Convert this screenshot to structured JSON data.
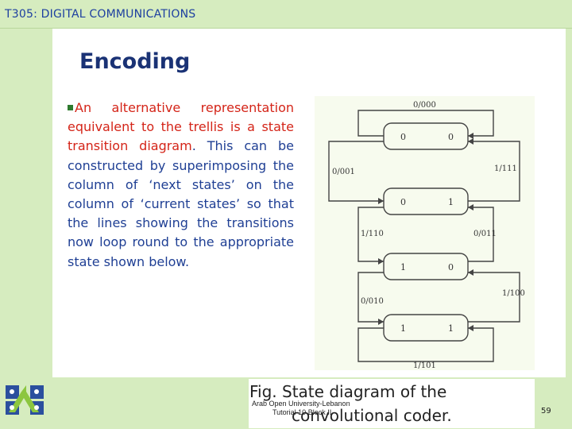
{
  "header": {
    "course_title": "T305: DIGITAL COMMUNICATIONS"
  },
  "slide": {
    "title": "Encoding",
    "paragraph": {
      "part1": "An alternative representation equivalent to the trellis is a state transition diagram",
      "part2": ". This can be constructed by superimposing the column of ‘next states’ on the column of ‘current states’ so that the lines showing the transitions now loop round to the appropriate state shown below."
    }
  },
  "diagram": {
    "states": [
      {
        "left_bit": "0",
        "right_bit": "0"
      },
      {
        "left_bit": "0",
        "right_bit": "1"
      },
      {
        "left_bit": "1",
        "right_bit": "0"
      },
      {
        "left_bit": "1",
        "right_bit": "1"
      }
    ],
    "transition_labels": {
      "top": "0/000",
      "left_0_1": "0/001",
      "right_1_0": "1/111",
      "left_1_2": "1/110",
      "right_2_1": "0/011",
      "left_2_3": "0/010",
      "right_3_2": "1/100",
      "bottom": "1/101"
    },
    "colors": {
      "background": "#f7fbee",
      "line": "#444444",
      "box": "#444444"
    }
  },
  "caption": {
    "line1": "Fig. State diagram of the",
    "line2": "convolutional coder."
  },
  "footer": {
    "institution": "Arab Open University-Lebanon",
    "tutorial": "Tutorial 10 Block II",
    "page_number": "59"
  },
  "colors": {
    "band": "#d6ecbf",
    "title": "#1a3275",
    "text": "#1f3f94",
    "highlight": "#d42418"
  }
}
